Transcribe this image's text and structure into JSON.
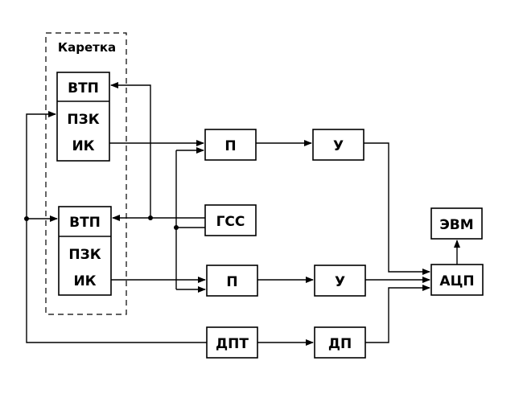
{
  "carriage": {
    "label": "Каретка"
  },
  "blocks": {
    "sensor1": {
      "vtp": "ВТП",
      "pzk": "ПЗК",
      "ik": "ИК"
    },
    "sensor2": {
      "vtp": "ВТП",
      "pzk": "ПЗК",
      "ik": "ИК"
    },
    "p1": "П",
    "p2": "П",
    "u1": "У",
    "u2": "У",
    "gss": "ГСС",
    "evm": "ЭВМ",
    "adc": "АЦП",
    "dpt": "ДПТ",
    "dp": "ДП"
  }
}
